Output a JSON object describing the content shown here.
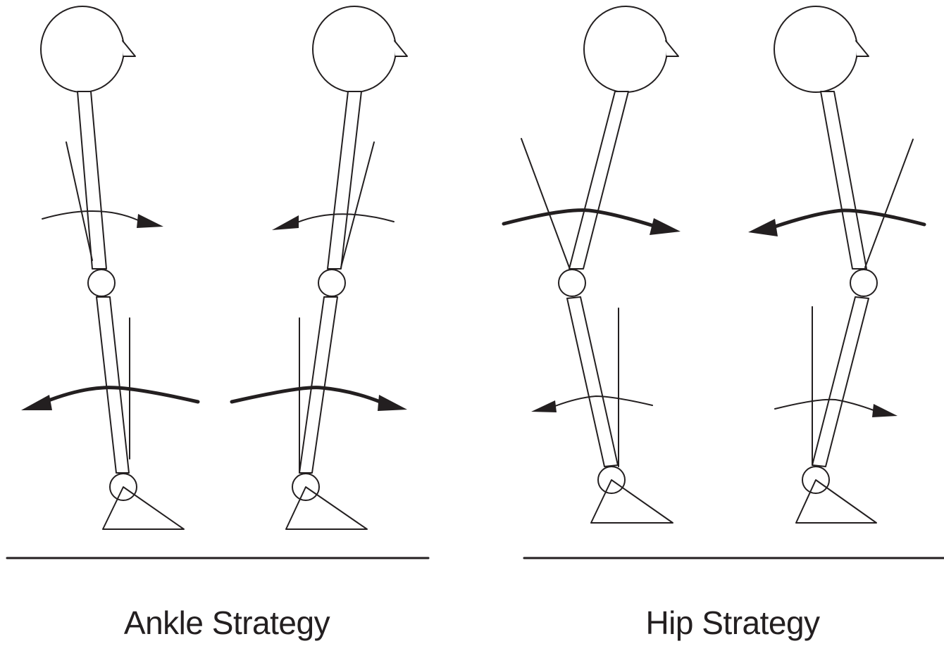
{
  "colors": {
    "ink": "#231f20",
    "background": "#ffffff"
  },
  "panels": [
    {
      "id": "ankle",
      "caption": "Ankle Strategy",
      "figures": 2
    },
    {
      "id": "hip",
      "caption": "Hip Strategy",
      "figures": 2
    }
  ]
}
